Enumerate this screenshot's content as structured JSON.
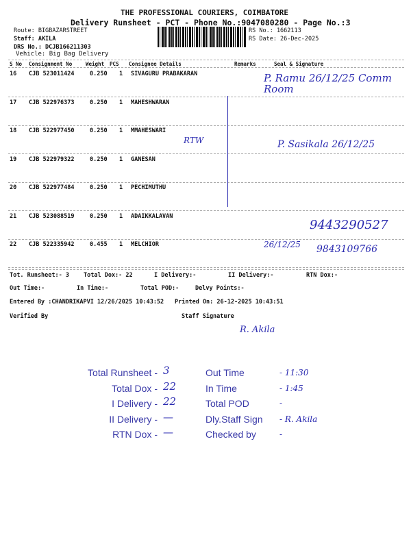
{
  "header": {
    "title": "THE PROFESSIONAL COURIERS, COIMBATORE",
    "subtitle": "Delivery Runsheet - PCT - Phone No.:9047080280 - Page No.:3",
    "route": "Route: BIGBAZARSTREET",
    "staff": "Staff: AKILA",
    "drs": "DRS No.: DCJB166211303",
    "vehicle": "Vehicle: Big Bag Delivery",
    "rs_no": "RS No.: 1662113",
    "rs_date": "RS Date: 26-Dec-2025"
  },
  "columns": [
    "S No",
    "Consignment No",
    "Weight",
    "PCS",
    "Consignee Details",
    "Remarks",
    "Seal & Signature"
  ],
  "rows": [
    {
      "sno": "16",
      "cn": "CJB 523011424",
      "wt": "0.250",
      "pcs": "1",
      "name": "SIVAGURU PRABAKARAN"
    },
    {
      "sno": "17",
      "cn": "CJB 522976373",
      "wt": "0.250",
      "pcs": "1",
      "name": "MAHESHWARAN"
    },
    {
      "sno": "18",
      "cn": "CJB 522977450",
      "wt": "0.250",
      "pcs": "1",
      "name": "MMAHESWARI"
    },
    {
      "sno": "19",
      "cn": "CJB 522979322",
      "wt": "0.250",
      "pcs": "1",
      "name": "GANESAN"
    },
    {
      "sno": "20",
      "cn": "CJB 522977484",
      "wt": "0.250",
      "pcs": "1",
      "name": "PECHIMUTHU"
    },
    {
      "sno": "21",
      "cn": "CJB 523088519",
      "wt": "0.250",
      "pcs": "1",
      "name": "ADAIKKALAVAN"
    },
    {
      "sno": "22",
      "cn": "CJB 522335942",
      "wt": "0.455",
      "pcs": "1",
      "name": "MELCHIOR"
    }
  ],
  "footer": {
    "tot_runsheet": "Tot. Runsheet:- 3",
    "total_dox": "Total Dox:-   22",
    "i_delivery": "I Delivery:-",
    "ii_delivery": "II Delivery:-",
    "rtn_dox": "RTN Dox:-",
    "out_time": "Out Time:-",
    "in_time": "In Time:-",
    "total_pod": "Total POD:-",
    "delvy_points": "Delvy Points:-",
    "entered_by": "Entered By :CHANDRIKAPVI 12/26/2025 10:43:52",
    "printed_on": "Printed On: 26-12-2025 10:43:51",
    "verified_by": "Verified By",
    "staff_signature": "Staff Signature"
  },
  "handwriting": {
    "sig16": "P. Ramu 26/12/25 Comm Room",
    "rtw": "RTW",
    "sig18": "P. Sasikala 26/12/25",
    "phone1": "9443290527",
    "date22": "26/12/25",
    "phone2": "9843109766",
    "staff_sign": "R. Akila"
  },
  "stamp": {
    "labels": [
      "Total Runsheet -",
      "Total Dox -",
      "I Delivery -",
      "II Delivery -",
      "RTN Dox -"
    ],
    "values": [
      "3",
      "22",
      "22",
      "—",
      "—"
    ],
    "labels2": [
      "Out Time",
      "In Time",
      "Total POD",
      "Dly.Staff Sign",
      "Checked by"
    ],
    "values2": [
      "- 11:30",
      "- 1:45",
      "-",
      "- R. Akila",
      "-"
    ]
  }
}
